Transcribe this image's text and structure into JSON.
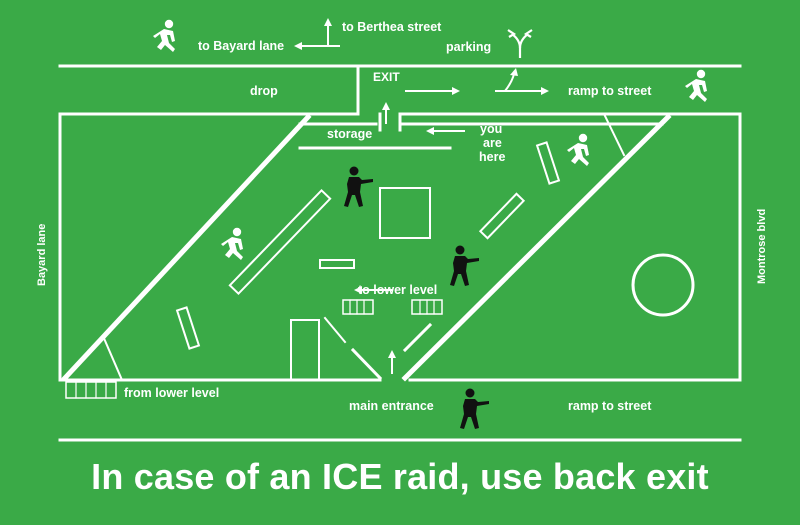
{
  "colors": {
    "background": "#3aaa47",
    "lines": "#ffffff",
    "figure_dark": "#111111"
  },
  "labels": {
    "to_bayard_lane": "to Bayard lane",
    "to_berthea_street": "to Berthea street",
    "parking": "parking",
    "exit": "EXIT",
    "drop": "drop",
    "ramp_to_street_top": "ramp to street",
    "storage": "storage",
    "you_are_here": [
      "you",
      "are",
      "here"
    ],
    "bayard_lane": "Bayard lane",
    "montrose_blvd": "Montrose blvd",
    "to_lower_level": "to lower level",
    "from_lower_level": "from lower level",
    "main_entrance": "main entrance",
    "ramp_to_street_bottom": "ramp to street"
  },
  "banner": "In case of an ICE raid, use back exit",
  "icons": [
    "running-person-icon",
    "standing-officer-icon",
    "arrow-icon",
    "fork-arrow-icon",
    "stairs-icon"
  ]
}
